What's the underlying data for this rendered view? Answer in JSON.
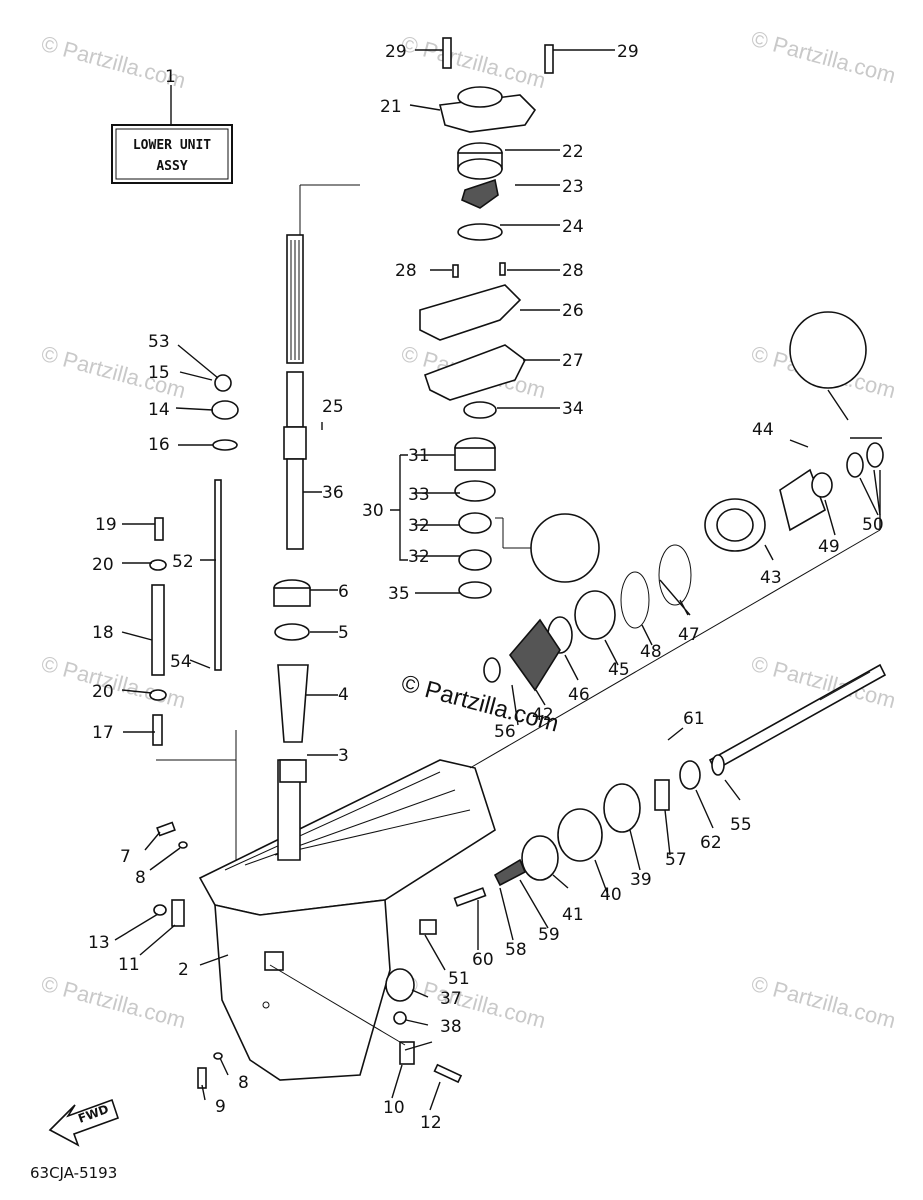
{
  "watermark": "© Partzilla.com",
  "center_watermark": "© Partzilla.com",
  "assembly_box": {
    "line1": "LOWER UNIT",
    "line2": "ASSY"
  },
  "fwd_label": "FWD",
  "diagram_code": "63CJA-5193",
  "callouts": {
    "c1": "1",
    "c2": "2",
    "c3": "3",
    "c4": "4",
    "c5": "5",
    "c6": "6",
    "c7": "7",
    "c8a": "8",
    "c8b": "8",
    "c9": "9",
    "c10": "10",
    "c11": "11",
    "c12": "12",
    "c13": "13",
    "c14": "14",
    "c15": "15",
    "c16": "16",
    "c17": "17",
    "c18": "18",
    "c19": "19",
    "c20a": "20",
    "c20b": "20",
    "c21": "21",
    "c22": "22",
    "c23": "23",
    "c24": "24",
    "c25": "25",
    "c26": "26",
    "c27": "27",
    "c28a": "28",
    "c28b": "28",
    "c29a": "29",
    "c29b": "29",
    "c30": "30",
    "c31": "31",
    "c32a": "32",
    "c32b": "32",
    "c33": "33",
    "c34": "34",
    "c35": "35",
    "c36": "36",
    "c37": "37",
    "c38": "38",
    "c39": "39",
    "c40": "40",
    "c41": "41",
    "c42": "42",
    "c43": "43",
    "c44": "44",
    "c45": "45",
    "c46": "46",
    "c47": "47",
    "c48": "48",
    "c49": "49",
    "c50": "50",
    "c51": "51",
    "c52": "52",
    "c53": "53",
    "c54": "54",
    "c55": "55",
    "c56": "56",
    "c57": "57",
    "c58": "58",
    "c59": "59",
    "c60": "60",
    "c61": "61",
    "c62": "62"
  }
}
